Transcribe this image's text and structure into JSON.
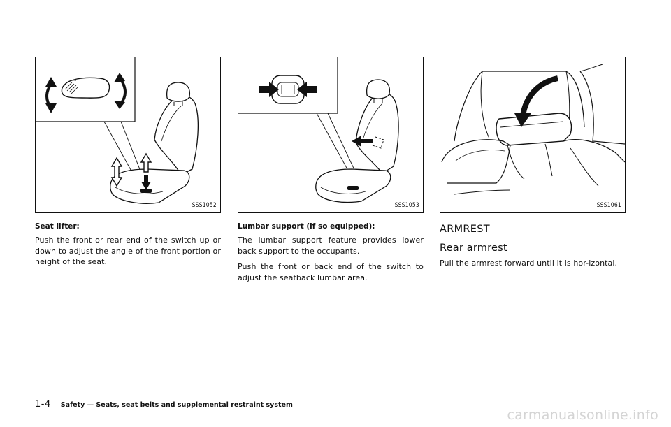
{
  "columns": [
    {
      "figure_code": "SSS1052",
      "heading": "Seat lifter:",
      "paragraphs": [
        "Push the front or rear end of the switch up or down to adjust the angle of the front portion or height of the seat."
      ]
    },
    {
      "figure_code": "SSS1053",
      "heading": "Lumbar support (if so equipped):",
      "paragraphs": [
        "The lumbar support feature provides lower back support to the occupants.",
        "Push the front or back end of the switch to adjust the seatback lumbar area."
      ]
    },
    {
      "figure_code": "SSS1061",
      "section_title": "ARMREST",
      "sub_title": "Rear armrest",
      "paragraphs": [
        "Pull the armrest forward until it is hor-izontal."
      ]
    }
  ],
  "footer": {
    "page_number": "1-4",
    "chapter": "Safety — Seats, seat belts and supplemental restraint system"
  },
  "watermark": "carmanualsonline.info"
}
